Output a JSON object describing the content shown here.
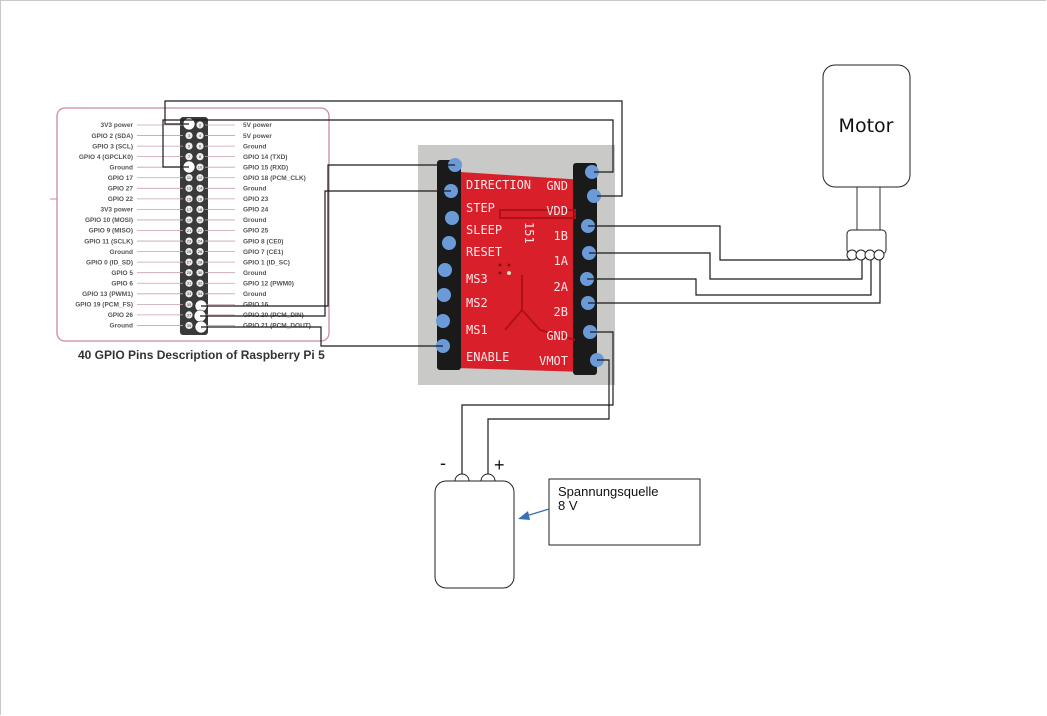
{
  "pinout": {
    "caption": "40 GPIO Pins Description of Raspberry Pi 5",
    "left_pins": [
      "3V3 power",
      "GPIO 2 (SDA)",
      "GPIO 3 (SCL)",
      "GPIO 4 (GPCLK0)",
      "Ground",
      "GPIO 17",
      "GPIO 27",
      "GPIO 22",
      "3V3 power",
      "GPIO 10 (MOSI)",
      "GPIO 9 (MISO)",
      "GPIO 11 (SCLK)",
      "Ground",
      "GPIO 0 (ID_SD)",
      "GPIO 5",
      "GPIO 6",
      "GPIO 13 (PWM1)",
      "GPIO 19 (PCM_FS)",
      "GPIO 26",
      "Ground"
    ],
    "right_pins": [
      "5V power",
      "5V power",
      "Ground",
      "GPIO 14 (TXD)",
      "GPIO 15 (RXD)",
      "GPIO 18 (PCM_CLK)",
      "Ground",
      "GPIO 23",
      "GPIO 24",
      "Ground",
      "GPIO 25",
      "GPIO 8 (CE0)",
      "GPIO 7 (CE1)",
      "GPIO 1 (ID_SC)",
      "Ground",
      "GPIO 12 (PWM0)",
      "Ground",
      "GPIO 16",
      "GPIO 20 (PCM_DIN)",
      "GPIO 21 (PCM_DOUT)"
    ],
    "colors": {
      "frame": "#c98aa0",
      "header": "#3a3a3a",
      "lead": "#c9a0b0"
    }
  },
  "driver": {
    "left_labels": [
      "DIRECTION",
      "STEP",
      "SLEEP",
      "RESET",
      "MS3",
      "MS2",
      "MS1",
      "ENABLE"
    ],
    "right_labels": [
      "GND",
      "VDD",
      "1B",
      "1A",
      "2A",
      "2B",
      "GND",
      "VMOT"
    ],
    "board_text": "151",
    "colors": {
      "pcb": "#d9202a",
      "photo_bg": "#c9c9c7",
      "pin_dot": "#6a9bd8"
    }
  },
  "motor": {
    "label": "Motor"
  },
  "power_supply": {
    "minus_label": "-",
    "plus_label": "+",
    "note_line1": "Spannungsquelle",
    "note_line2": "8 V",
    "arrow_color": "#3a6fb0"
  }
}
